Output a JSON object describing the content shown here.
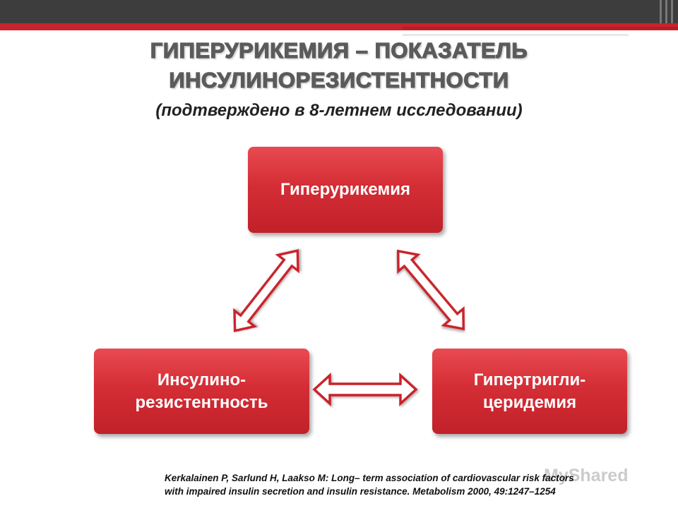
{
  "title": {
    "line1": "ГИПЕРУРИКЕМИЯ – ПОКАЗАТЕЛЬ",
    "line2": "ИНСУЛИНОРЕЗИСТЕНТНОСТИ",
    "subtitle": "(подтверждено в 8-летнем исследовании)"
  },
  "nodes": {
    "top": "Гиперурикемия",
    "left_line1": "Инсулино-",
    "left_line2": "резистентность",
    "right_line1": "Гипертригли-",
    "right_line2": "церидемия"
  },
  "reference": {
    "line1": "Kerkalainen P, Sarlund H, Laakso M: Long– term association of cardiovascular risk factors",
    "line2": "with impaired insulin secretion and insulin resistance. Metabolism 2000, 49:1247–1254"
  },
  "watermark": "MyShared",
  "colors": {
    "box": "#d42d35",
    "arrow_outline": "#c9232c",
    "topbar": "#3d3d3d"
  }
}
